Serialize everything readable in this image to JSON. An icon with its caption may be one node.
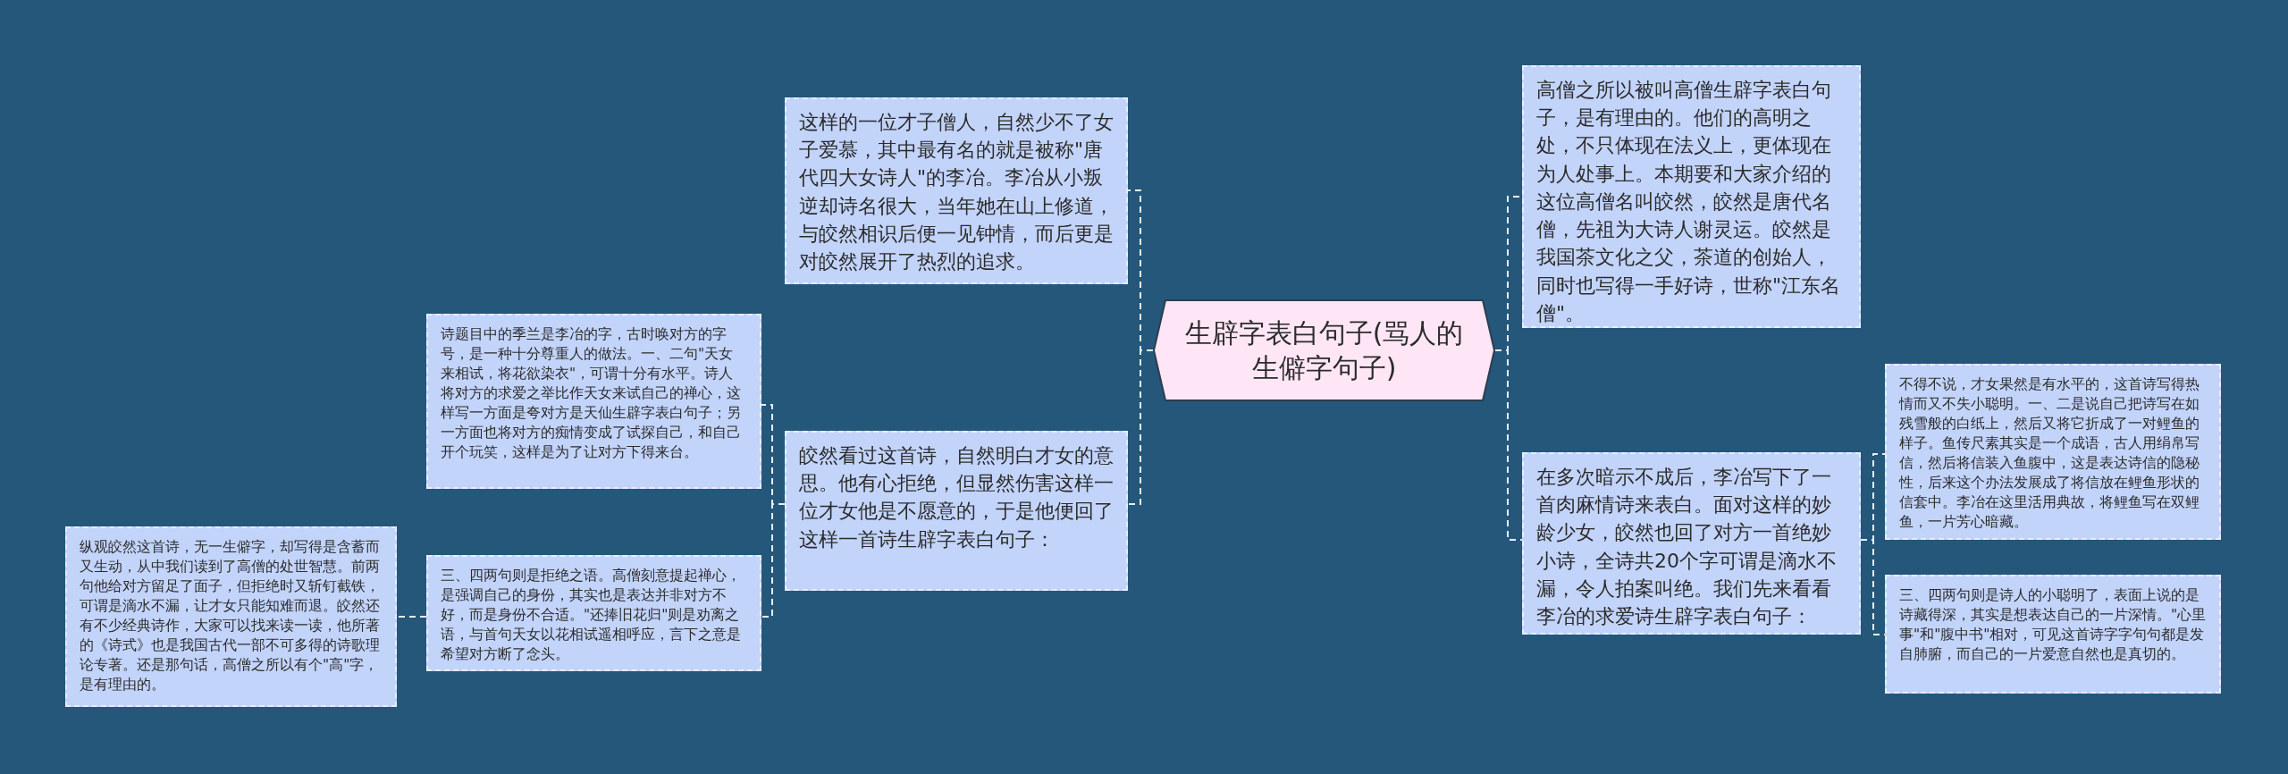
{
  "diagram": {
    "nodes": [
      {
        "text": [
          "生辟字表白句子(骂人的生僻字句子)"
        ]
      },
      {
        "text": [
          "这样的一位才子僧人，自然少不了女子爱慕，其中最有名的就是被称\"唐代四大女诗人\"的李冶。李冶从小叛逆却诗名很大，当年她在山上修道，与皎然相识后便一见钟情，而后更是对皎然展开了热烈的追求。"
        ]
      },
      {
        "text": [
          "皎然看过这首诗，自然明白才女的意思。他有心拒绝，但显然伤害这样一位才女他是不愿意的，于是他便回了这样一首诗生辟字表白句子："
        ]
      },
      {
        "text": [
          "诗题目中的季兰是李冶的字，古时唤对方的字号，是一种十分尊重人的做法。一、二句\"天女来相试，将花欲染衣\"，可谓十分有水平。诗人将对方的求爱之举比作天女来试自己的禅心，这样写一方面是夸对方是天仙生辟字表白句子；另一方面也将对方的痴情变成了试探自己，和自己开个玩笑，这样是为了让对方下得来台。"
        ]
      },
      {
        "text": [
          "三、四两句则是拒绝之语。高僧刻意提起禅心，是强调自己的身份，其实也是表达并非对方不好，而是身份不合适。\"还捧旧花归\"则是劝离之语，与首句天女以花相试遥相呼应，言下之意是希望对方断了念头。"
        ]
      },
      {
        "text": [
          "纵观皎然这首诗，无一生僻字，却写得是含蓄而又生动，从中我们读到了高僧的处世智慧。前两句他给对方留足了面子，但拒绝时又斩钉截铁，可谓是滴水不漏，让才女只能知难而退。皎然还有不少经典诗作，大家可以找来读一读，他所著的《诗式》也是我国古代一部不可多得的诗歌理论专著。还是那句话，高僧之所以有个\"高\"字，是有理由的。"
        ]
      },
      {
        "text": [
          "高僧之所以被叫高僧生辟字表白句子，是有理由的。他们的高明之处，不只体现在法义上，更体现在为人处事上。本期要和大家介绍的这位高僧名叫皎然，皎然是唐代名僧，先祖为大诗人谢灵运。皎然是我国茶文化之父，茶道的创始人，同时也写得一手好诗，世称\"江东名僧\"。"
        ]
      },
      {
        "text": [
          "在多次暗示不成后，李冶写下了一首肉麻情诗来表白。面对这样的妙龄少女，皎然也回了对方一首绝妙小诗，全诗共20个字可谓是滴水不漏，令人拍案叫绝。我们先来看看李冶的求爱诗生辟字表白句子："
        ]
      },
      {
        "text": [
          "不得不说，才女果然是有水平的，这首诗写得热情而又不失小聪明。一、二是说自己把诗写在如残雪般的白纸上，然后又将它折成了一对鲤鱼的样子。鱼传尺素其实是一个成语，古人用绢帛写信，然后将信装入鱼腹中，这是表达诗信的隐秘性，后来这个办法发展成了将信放在鲤鱼形状的信套中。李冶在这里活用典故，将鲤鱼写在双鲤鱼，一片芳心暗藏。"
        ]
      },
      {
        "text": [
          "三、四两句则是诗人的小聪明了，表面上说的是诗藏得深，其实是想表达自己的一片深情。\"心里事\"和\"腹中书\"相对，可见这首诗字字句句都是发自肺腑，而自己的一片爱意自然也是真切的。"
        ]
      }
    ],
    "edges": [
      {
        "from": 0,
        "to": 1,
        "arrow": "none"
      },
      {
        "from": 0,
        "to": 2,
        "arrow": "none"
      },
      {
        "from": 2,
        "to": 3,
        "arrow": "none"
      },
      {
        "from": 2,
        "to": 4,
        "arrow": "none"
      },
      {
        "from": 4,
        "to": 5,
        "arrow": "none"
      },
      {
        "from": 0,
        "to": 6,
        "arrow": "none"
      },
      {
        "from": 0,
        "to": 7,
        "arrow": "none"
      },
      {
        "from": 7,
        "to": 8,
        "arrow": "none"
      },
      {
        "from": 7,
        "to": 9,
        "arrow": "none"
      }
    ]
  }
}
